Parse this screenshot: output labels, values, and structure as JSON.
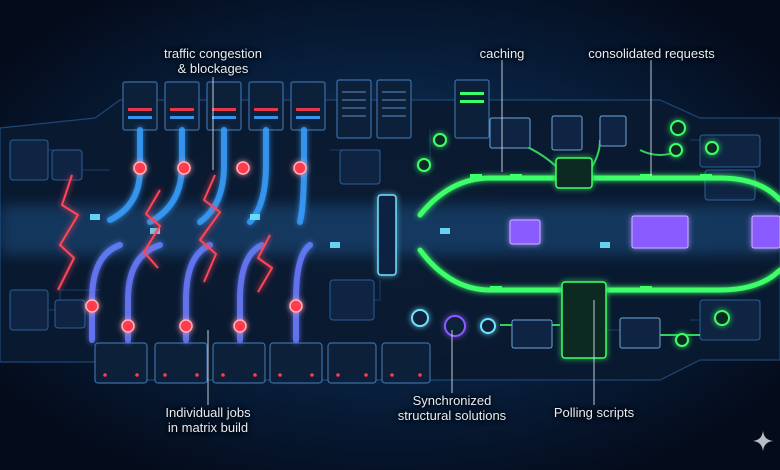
{
  "diagram": {
    "labels": {
      "congestion": {
        "line1": "traffic congestion",
        "line2": "& blockages"
      },
      "caching": {
        "line1": "caching"
      },
      "consolidated": {
        "line1": "consolidated requests"
      },
      "jobs": {
        "line1": "Individuall jobs",
        "line2": "in matrix build"
      },
      "synchronized": {
        "line1": "Synchronized",
        "line2": "structural solutions"
      },
      "polling": {
        "line1": "Polling scripts"
      }
    },
    "colors": {
      "background": "#040c1c",
      "board": "#0a1a30",
      "congestion_red": "#ff3b4e",
      "flow_blue": "#3aa0ff",
      "flow_cyan": "#6fe3ff",
      "solution_green": "#3cff6a",
      "packet_purple": "#8a5cff",
      "label_text": "#e6edf5"
    },
    "icons": [
      "server-rack-icon",
      "gpu-card-icon",
      "sparkle-icon"
    ]
  }
}
